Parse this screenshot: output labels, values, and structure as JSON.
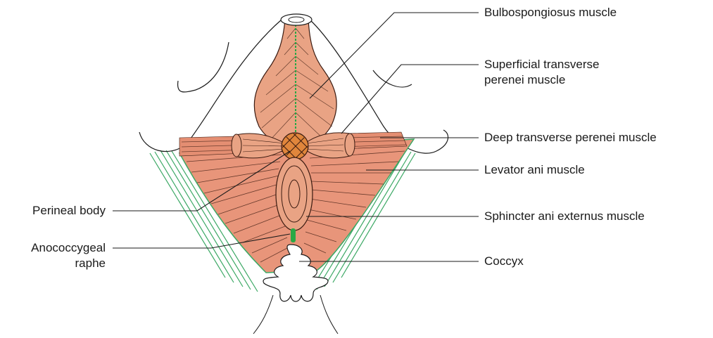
{
  "colors": {
    "muscle": "#e8957a",
    "muscle_dark": "#d97e63",
    "fiber": "#3a1a10",
    "body_fill": "#e9a384",
    "perineal": "#e0863c",
    "raphe": "#2aa845",
    "outline": "#1a1a1a",
    "skin": "#ffffff",
    "green_fibers": "#3ba864"
  },
  "labels": {
    "bulbospongiosus": "Bulbospongiosus muscle",
    "superficial_line1": "Superficial transverse",
    "superficial_line2": "perenei muscle",
    "deep_transverse": "Deep transverse perenei muscle",
    "levator_ani": "Levator ani muscle",
    "sphincter": "Sphincter ani externus muscle",
    "coccyx": "Coccyx",
    "perineal_body": "Perineal body",
    "anococcygeal_line1": "Anococcygeal",
    "anococcygeal_line2": "raphe"
  }
}
